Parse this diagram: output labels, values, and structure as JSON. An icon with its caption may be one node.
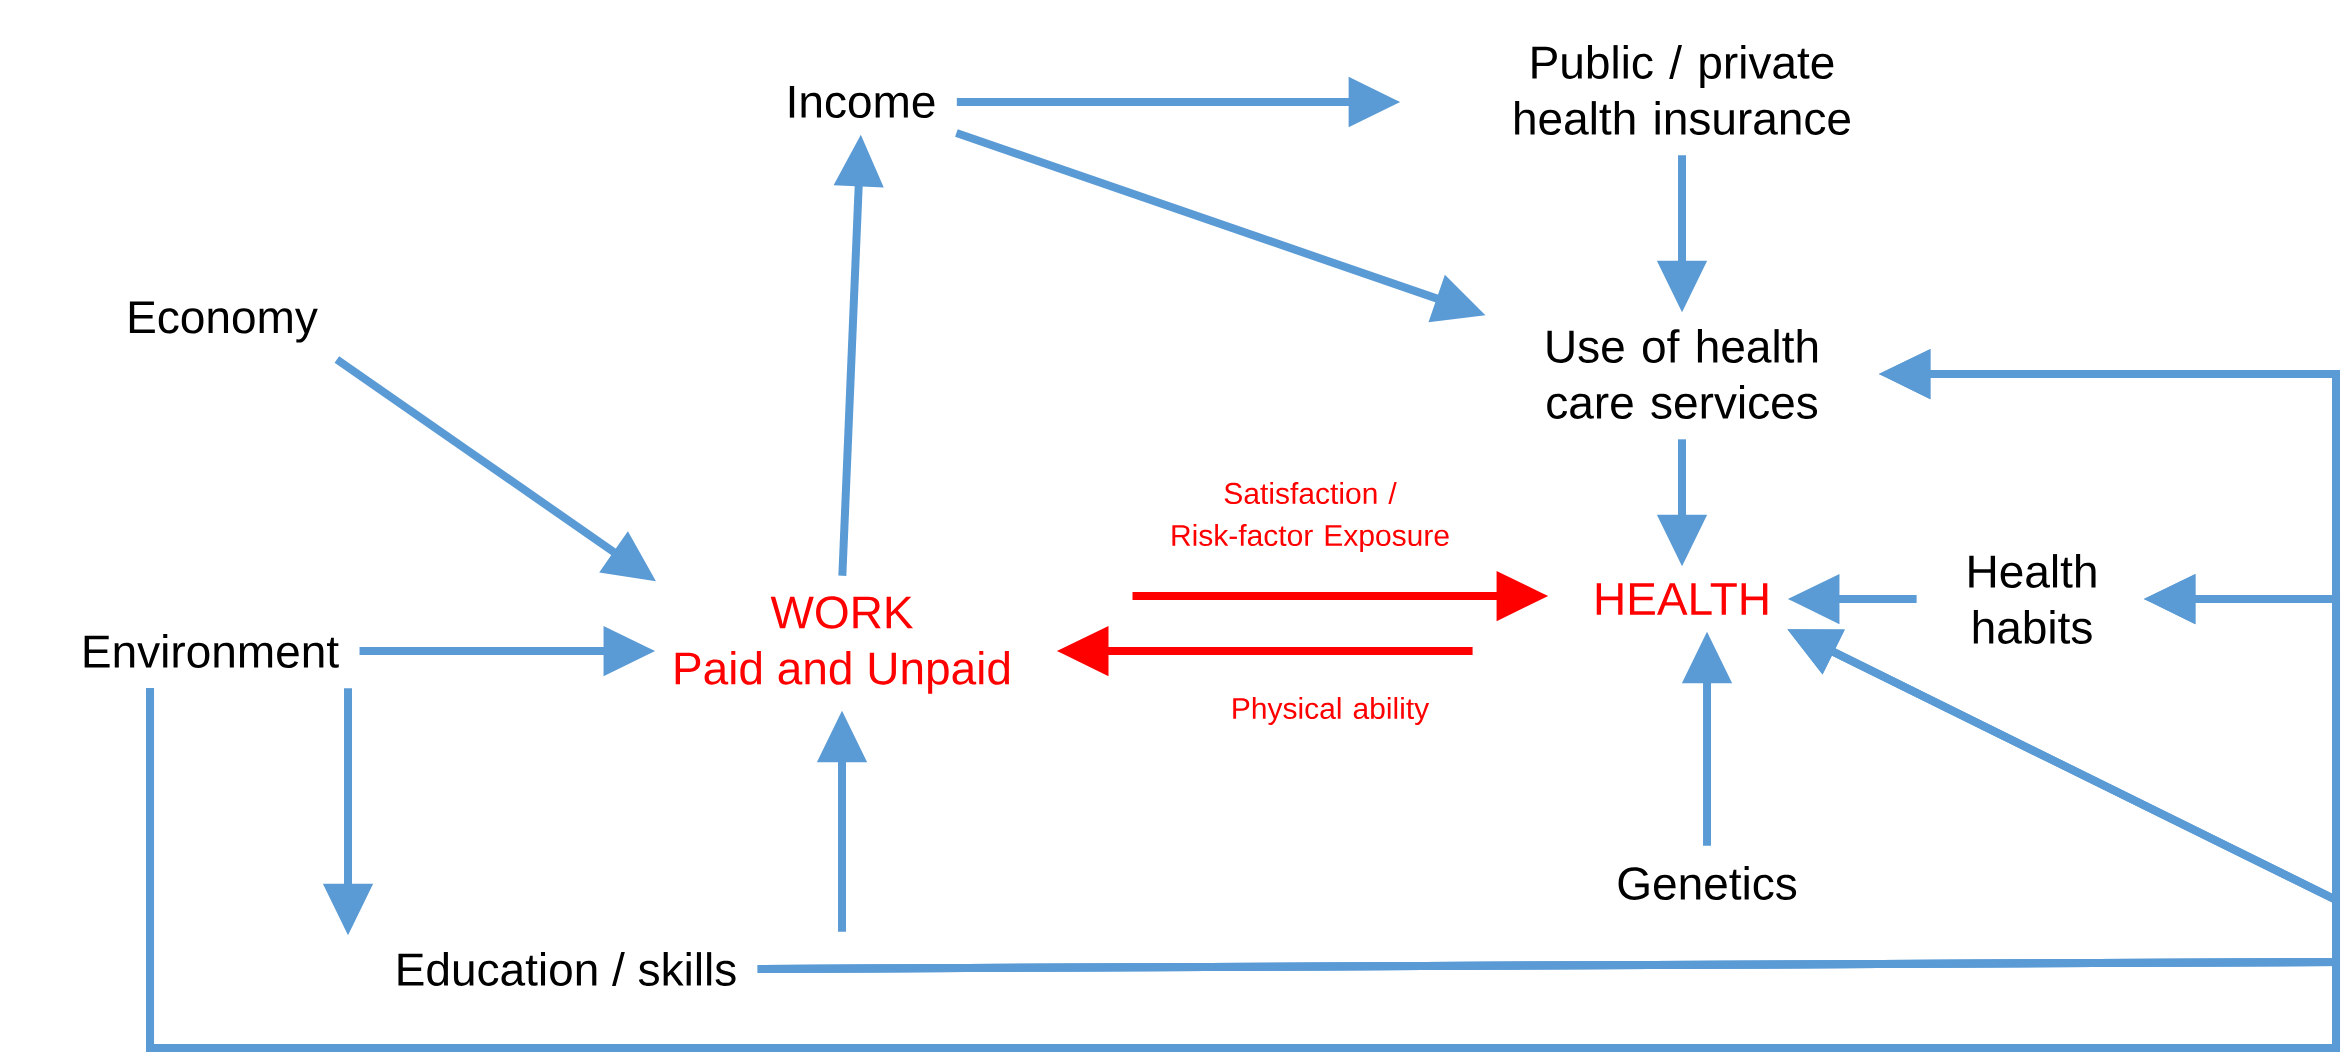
{
  "diagram": {
    "nodes": [
      {
        "text": [
          "Income"
        ]
      },
      {
        "text": [
          "Public / private health insurance"
        ]
      },
      {
        "text": [
          "Economy"
        ]
      },
      {
        "text": [
          "Use of health care services"
        ]
      },
      {
        "text": [
          "WORK",
          "Paid and Unpaid"
        ]
      },
      {
        "text": [
          "Environment"
        ]
      },
      {
        "text": [
          "HEALTH"
        ]
      },
      {
        "text": [
          "Health habits"
        ]
      },
      {
        "text": [
          "Genetics"
        ]
      },
      {
        "text": [
          "Education / skills"
        ]
      }
    ],
    "edges": [
      {
        "from": 0,
        "to": 1,
        "arrow": "to"
      },
      {
        "from": 0,
        "to": 3,
        "arrow": "to"
      },
      {
        "from": 1,
        "to": 3,
        "arrow": "to"
      },
      {
        "from": 2,
        "to": 4,
        "arrow": "to"
      },
      {
        "from": 4,
        "to": 0,
        "arrow": "to"
      },
      {
        "from": 5,
        "to": 4,
        "arrow": "to"
      },
      {
        "from": 5,
        "to": 9,
        "arrow": "to"
      },
      {
        "from": 9,
        "to": 4,
        "arrow": "to"
      },
      {
        "from": 3,
        "to": 6,
        "arrow": "to"
      },
      {
        "from": 7,
        "to": 6,
        "arrow": "to"
      },
      {
        "from": 8,
        "to": 6,
        "arrow": "to"
      },
      {
        "from": 4,
        "to": 6,
        "arrow": "to",
        "label": "Satisfaction / Risk-factor Exposure",
        "color": "#ff0000"
      },
      {
        "from": 6,
        "to": 4,
        "arrow": "to",
        "label": "Physical ability",
        "color": "#ff0000"
      },
      {
        "from": 5,
        "to": 3,
        "arrow": "to"
      },
      {
        "from": 5,
        "to": 7,
        "arrow": "to"
      },
      {
        "from": 5,
        "to": 6,
        "arrow": "to"
      },
      {
        "from": 9,
        "to": 3,
        "arrow": "to"
      },
      {
        "from": 9,
        "to": 7,
        "arrow": "to"
      },
      {
        "from": 9,
        "to": 6,
        "arrow": "to"
      }
    ]
  }
}
